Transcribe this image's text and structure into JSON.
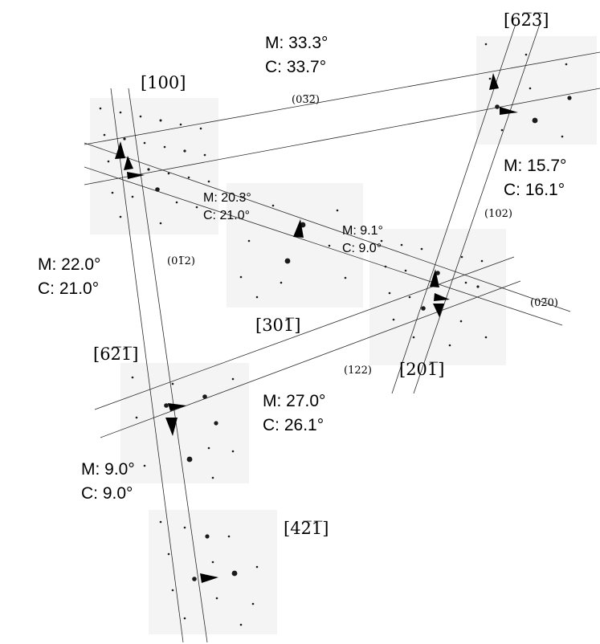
{
  "figure": {
    "zone_axes": [
      {
        "id": "z100",
        "label": "[100]"
      },
      {
        "id": "z623",
        "label": "[62̅3̅]"
      },
      {
        "id": "z301",
        "label": "[301̅]"
      },
      {
        "id": "z201",
        "label": "[201̅]"
      },
      {
        "id": "z621",
        "label": "[62̅1̅]"
      },
      {
        "id": "z421",
        "label": "[42̅1̅]"
      }
    ],
    "planes": [
      {
        "id": "p032",
        "label": "(03̅2̅)"
      },
      {
        "id": "p012",
        "label": "(01̅2)"
      },
      {
        "id": "p102",
        "label": "(102)"
      },
      {
        "id": "p020",
        "label": "(02̅0)"
      },
      {
        "id": "p122",
        "label": "(122)"
      }
    ],
    "angles": {
      "a1": {
        "m": "M: 33.3°",
        "c": "C: 33.7°"
      },
      "a2": {
        "m": "M: 15.7°",
        "c": "C: 16.1°"
      },
      "a3": {
        "m": "M: 20.3°",
        "c": "C: 21.0°"
      },
      "a4": {
        "m": "M: 9.1°",
        "c": "C: 9.0°"
      },
      "a5": {
        "m": "M: 22.0°",
        "c": "C: 21.0°"
      },
      "a6": {
        "m": "M: 27.0°",
        "c": "C: 26.1°"
      },
      "a7": {
        "m": "M: 9.0°",
        "c": "C: 9.0°"
      }
    }
  }
}
